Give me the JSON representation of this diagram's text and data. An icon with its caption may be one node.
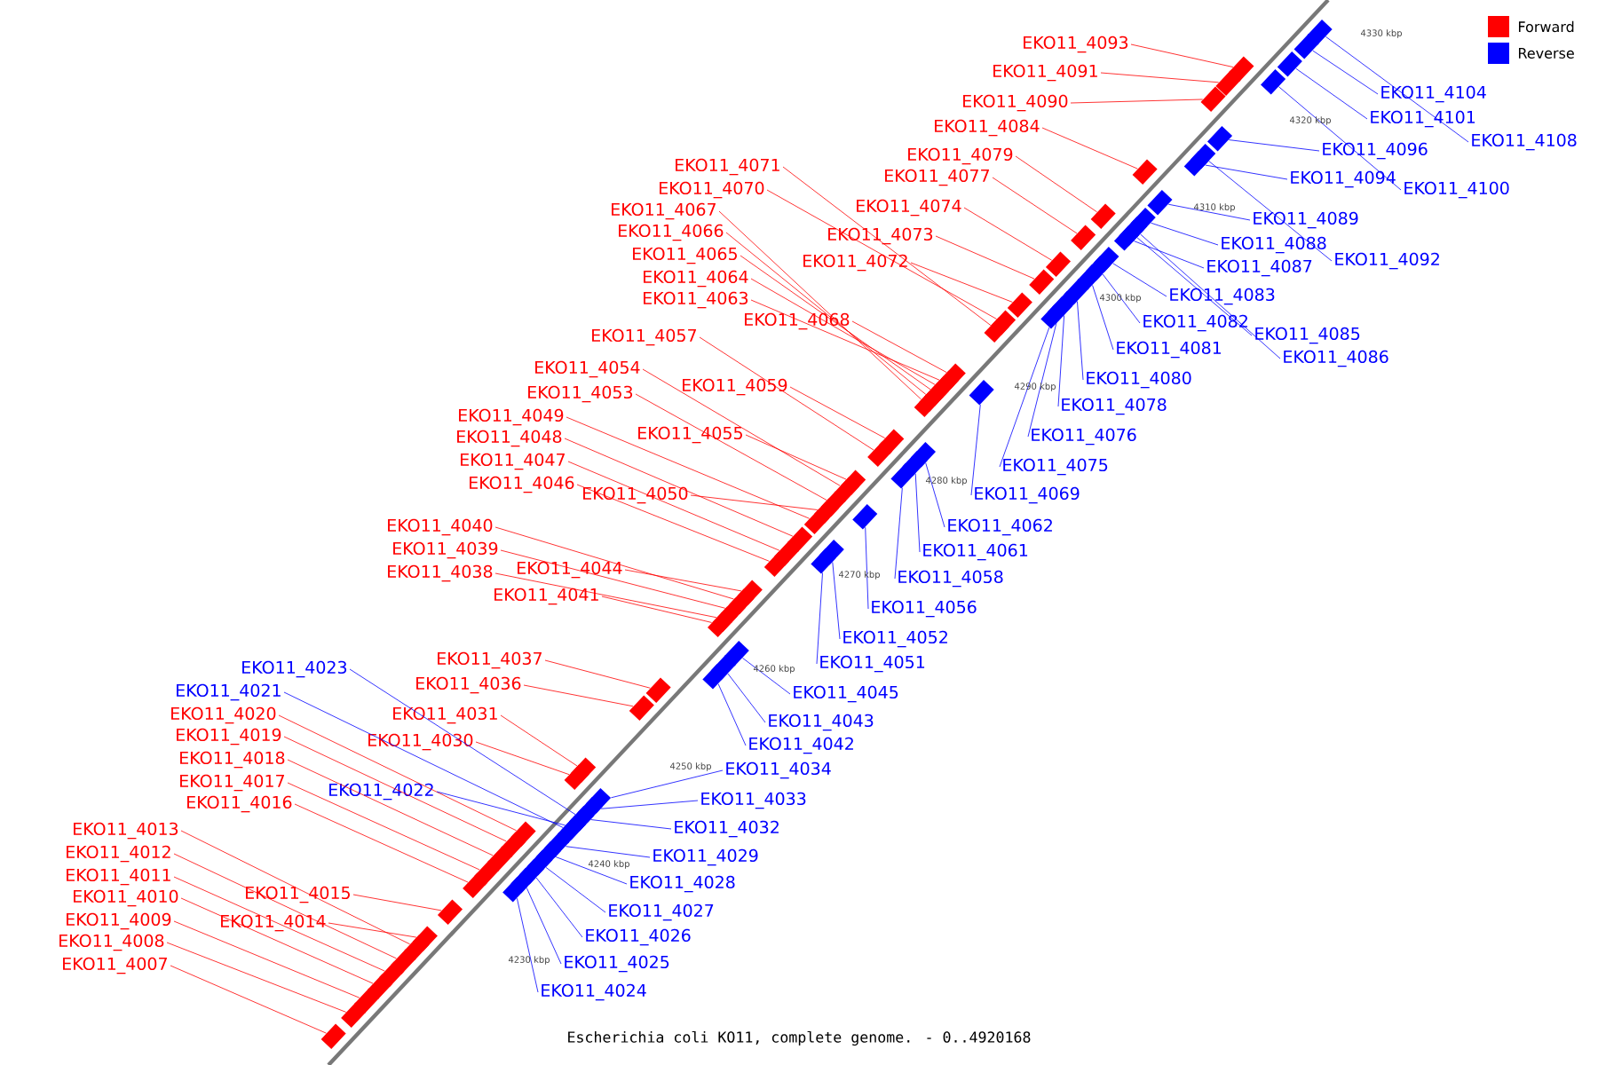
{
  "diagram": {
    "caption": "Escherichia coli KO11, complete genome. - 0..4920168",
    "nodes": [
      {
        "text": [
          "EKO11_4093"
        ]
      },
      {
        "text": [
          "EKO11_4091"
        ]
      },
      {
        "text": [
          "EKO11_4104"
        ]
      },
      {
        "text": [
          "EKO11_4090"
        ]
      },
      {
        "text": [
          "EKO11_4101"
        ]
      },
      {
        "text": [
          "EKO11_4084"
        ]
      },
      {
        "text": [
          "EKO11_4108"
        ]
      },
      {
        "text": [
          "EKO11_4096"
        ]
      },
      {
        "text": [
          "EKO11_4079"
        ]
      },
      {
        "text": [
          "EKO11_4071"
        ]
      },
      {
        "text": [
          "EKO11_4077"
        ]
      },
      {
        "text": [
          "EKO11_4094"
        ]
      },
      {
        "text": [
          "EKO11_4070"
        ]
      },
      {
        "text": [
          "EKO11_4100"
        ]
      },
      {
        "text": [
          "EKO11_4074"
        ]
      },
      {
        "text": [
          "EKO11_4067"
        ]
      },
      {
        "text": [
          "EKO11_4089"
        ]
      },
      {
        "text": [
          "EKO11_4066"
        ]
      },
      {
        "text": [
          "EKO11_4073"
        ]
      },
      {
        "text": [
          "EKO11_4088"
        ]
      },
      {
        "text": [
          "EKO11_4065"
        ]
      },
      {
        "text": [
          "EKO11_4092"
        ]
      },
      {
        "text": [
          "EKO11_4072"
        ]
      },
      {
        "text": [
          "EKO11_4087"
        ]
      },
      {
        "text": [
          "EKO11_4064"
        ]
      },
      {
        "text": [
          "EKO11_4083"
        ]
      },
      {
        "text": [
          "EKO11_4063"
        ]
      },
      {
        "text": [
          "EKO11_4068"
        ]
      },
      {
        "text": [
          "EKO11_4082"
        ]
      },
      {
        "text": [
          "EKO11_4085"
        ]
      },
      {
        "text": [
          "EKO11_4057"
        ]
      },
      {
        "text": [
          "EKO11_4081"
        ]
      },
      {
        "text": [
          "EKO11_4086"
        ]
      },
      {
        "text": [
          "EKO11_4054"
        ]
      },
      {
        "text": [
          "EKO11_4080"
        ]
      },
      {
        "text": [
          "EKO11_4059"
        ]
      },
      {
        "text": [
          "EKO11_4053"
        ]
      },
      {
        "text": [
          "EKO11_4078"
        ]
      },
      {
        "text": [
          "EKO11_4049"
        ]
      },
      {
        "text": [
          "EKO11_4055"
        ]
      },
      {
        "text": [
          "EKO11_4076"
        ]
      },
      {
        "text": [
          "EKO11_4048"
        ]
      },
      {
        "text": [
          "EKO11_4047"
        ]
      },
      {
        "text": [
          "EKO11_4075"
        ]
      },
      {
        "text": [
          "EKO11_4046"
        ]
      },
      {
        "text": [
          "EKO11_4050"
        ]
      },
      {
        "text": [
          "EKO11_4069"
        ]
      },
      {
        "text": [
          "EKO11_4040"
        ]
      },
      {
        "text": [
          "EKO11_4062"
        ]
      },
      {
        "text": [
          "EKO11_4039"
        ]
      },
      {
        "text": [
          "EKO11_4061"
        ]
      },
      {
        "text": [
          "EKO11_4044"
        ]
      },
      {
        "text": [
          "EKO11_4038"
        ]
      },
      {
        "text": [
          "EKO11_4058"
        ]
      },
      {
        "text": [
          "EKO11_4041"
        ]
      },
      {
        "text": [
          "EKO11_4056"
        ]
      },
      {
        "text": [
          "EKO11_4052"
        ]
      },
      {
        "text": [
          "EKO11_4037"
        ]
      },
      {
        "text": [
          "EKO11_4051"
        ]
      },
      {
        "text": [
          "EKO11_4023"
        ]
      },
      {
        "text": [
          "EKO11_4036"
        ]
      },
      {
        "text": [
          "EKO11_4021"
        ]
      },
      {
        "text": [
          "EKO11_4045"
        ]
      },
      {
        "text": [
          "EKO11_4020"
        ]
      },
      {
        "text": [
          "EKO11_4031"
        ]
      },
      {
        "text": [
          "EKO11_4043"
        ]
      },
      {
        "text": [
          "EKO11_4019"
        ]
      },
      {
        "text": [
          "EKO11_4030"
        ]
      },
      {
        "text": [
          "EKO11_4042"
        ]
      },
      {
        "text": [
          "EKO11_4018"
        ]
      },
      {
        "text": [
          "EKO11_4034"
        ]
      },
      {
        "text": [
          "EKO11_4017"
        ]
      },
      {
        "text": [
          "EKO11_4022"
        ]
      },
      {
        "text": [
          "EKO11_4033"
        ]
      },
      {
        "text": [
          "EKO11_4016"
        ]
      },
      {
        "text": [
          "EKO11_4032"
        ]
      },
      {
        "text": [
          "EKO11_4013"
        ]
      },
      {
        "text": [
          "EKO11_4012"
        ]
      },
      {
        "text": [
          "EKO11_4029"
        ]
      },
      {
        "text": [
          "EKO11_4011"
        ]
      },
      {
        "text": [
          "EKO11_4028"
        ]
      },
      {
        "text": [
          "EKO11_4015"
        ]
      },
      {
        "text": [
          "EKO11_4010"
        ]
      },
      {
        "text": [
          "EKO11_4027"
        ]
      },
      {
        "text": [
          "EKO11_4009"
        ]
      },
      {
        "text": [
          "EKO11_4014"
        ]
      },
      {
        "text": [
          "EKO11_4026"
        ]
      },
      {
        "text": [
          "EKO11_4008"
        ]
      },
      {
        "text": [
          "EKO11_4025"
        ]
      },
      {
        "text": [
          "EKO11_4007"
        ]
      },
      {
        "text": [
          "EKO11_4024"
        ]
      },
      {
        "text": [],
        "shape": "box"
      },
      {
        "text": [],
        "shape": "box"
      },
      {
        "text": [],
        "shape": "box"
      },
      {
        "text": [],
        "shape": "box"
      },
      {
        "text": [],
        "shape": "box"
      },
      {
        "text": [],
        "shape": "box"
      },
      {
        "text": [],
        "shape": "box"
      },
      {
        "text": [],
        "shape": "box"
      },
      {
        "text": [],
        "shape": "box"
      },
      {
        "text": [],
        "shape": "box"
      },
      {
        "text": [],
        "shape": "box"
      },
      {
        "text": [],
        "shape": "box"
      },
      {
        "text": [],
        "shape": "box"
      },
      {
        "text": [],
        "shape": "box"
      },
      {
        "text": [],
        "shape": "box"
      },
      {
        "text": [],
        "shape": "box"
      },
      {
        "text": [],
        "shape": "box"
      },
      {
        "text": [],
        "shape": "box"
      },
      {
        "text": [],
        "shape": "box"
      },
      {
        "text": [],
        "shape": "box"
      },
      {
        "text": [],
        "shape": "box"
      },
      {
        "text": [],
        "shape": "box"
      },
      {
        "text": [],
        "shape": "box"
      },
      {
        "text": [],
        "shape": "box"
      },
      {
        "text": [],
        "shape": "box"
      },
      {
        "text": [],
        "shape": "box"
      },
      {
        "text": [],
        "shape": "box"
      },
      {
        "text": [],
        "shape": "box"
      },
      {
        "text": [],
        "shape": "box"
      },
      {
        "text": [],
        "shape": "box"
      },
      {
        "text": [],
        "shape": "box"
      },
      {
        "text": [],
        "shape": "box"
      },
      {
        "text": [],
        "shape": "box"
      },
      {
        "text": [],
        "shape": "box"
      },
      {
        "text": [],
        "shape": "box"
      },
      {
        "text": [],
        "shape": "box"
      },
      {
        "text": [],
        "shape": "box"
      },
      {
        "text": [],
        "shape": "box"
      },
      {
        "text": [],
        "shape": "box"
      },
      {
        "text": [],
        "shape": "box"
      },
      {
        "text": [],
        "shape": "box"
      },
      {
        "text": [],
        "shape": "box"
      },
      {
        "text": [],
        "shape": "box"
      },
      {
        "text": [],
        "shape": "box"
      },
      {
        "text": [],
        "shape": "box"
      },
      {
        "text": [],
        "shape": "box"
      },
      {
        "text": [],
        "shape": "box"
      },
      {
        "text": [],
        "shape": "box"
      },
      {
        "text": [],
        "shape": "box"
      },
      {
        "text": [],
        "shape": "box"
      },
      {
        "text": [],
        "shape": "box"
      },
      {
        "text": [],
        "shape": "box"
      },
      {
        "text": [],
        "shape": "box"
      },
      {
        "text": [],
        "shape": "box"
      },
      {
        "text": [],
        "shape": "box"
      },
      {
        "text": [],
        "shape": "box"
      },
      {
        "text": [],
        "shape": "box"
      },
      {
        "text": [],
        "shape": "box"
      },
      {
        "text": [],
        "shape": "box"
      },
      {
        "text": [],
        "shape": "box"
      },
      {
        "text": [],
        "shape": "box"
      },
      {
        "text": [],
        "shape": "box"
      },
      {
        "text": [],
        "shape": "box"
      },
      {
        "text": [],
        "shape": "box"
      },
      {
        "text": [],
        "shape": "box"
      },
      {
        "text": [],
        "shape": "box"
      },
      {
        "text": [],
        "shape": "box"
      },
      {
        "text": [],
        "shape": "box"
      },
      {
        "text": [],
        "shape": "box"
      },
      {
        "text": [],
        "shape": "box"
      },
      {
        "text": [],
        "shape": "box"
      },
      {
        "text": [],
        "shape": "box"
      },
      {
        "text": [],
        "shape": "box"
      },
      {
        "text": [],
        "shape": "box"
      },
      {
        "text": [],
        "shape": "box"
      },
      {
        "text": [],
        "shape": "box"
      },
      {
        "text": [],
        "shape": "box"
      },
      {
        "text": [],
        "shape": "box"
      },
      {
        "text": [],
        "shape": "box"
      },
      {
        "text": [],
        "shape": "box"
      },
      {
        "text": [],
        "shape": "box"
      },
      {
        "text": [],
        "shape": "box"
      },
      {
        "text": [],
        "shape": "box"
      },
      {
        "text": [],
        "shape": "box"
      },
      {
        "text": [],
        "shape": "box"
      },
      {
        "text": [],
        "shape": "box"
      },
      {
        "text": [],
        "shape": "box"
      },
      {
        "text": [],
        "shape": "box"
      },
      {
        "text": [],
        "shape": "box"
      },
      {
        "text": [],
        "shape": "box"
      },
      {
        "text": [],
        "shape": "box"
      }
    ],
    "edges": [
      {
        "from": 0,
        "to": 91,
        "arrow": "none"
      },
      {
        "from": 1,
        "to": 92,
        "arrow": "none"
      },
      {
        "from": 2,
        "to": 93,
        "arrow": "none",
        "color": "#0000ff"
      },
      {
        "from": 3,
        "to": 94,
        "arrow": "none"
      },
      {
        "from": 4,
        "to": 95,
        "arrow": "none",
        "color": "#0000ff"
      },
      {
        "from": 5,
        "to": 96,
        "arrow": "none"
      },
      {
        "from": 6,
        "to": 97,
        "arrow": "none",
        "color": "#0000ff"
      },
      {
        "from": 7,
        "to": 98,
        "arrow": "none",
        "color": "#0000ff"
      },
      {
        "from": 8,
        "to": 99,
        "arrow": "none"
      },
      {
        "from": 9,
        "to": 100,
        "arrow": "none"
      },
      {
        "from": 10,
        "to": 101,
        "arrow": "none"
      },
      {
        "from": 11,
        "to": 102,
        "arrow": "none",
        "color": "#0000ff"
      },
      {
        "from": 12,
        "to": 103,
        "arrow": "none"
      },
      {
        "from": 13,
        "to": 104,
        "arrow": "none",
        "color": "#0000ff"
      },
      {
        "from": 14,
        "to": 105,
        "arrow": "none"
      },
      {
        "from": 15,
        "to": 106,
        "arrow": "none"
      },
      {
        "from": 16,
        "to": 107,
        "arrow": "none",
        "color": "#0000ff"
      },
      {
        "from": 17,
        "to": 108,
        "arrow": "none"
      },
      {
        "from": 18,
        "to": 109,
        "arrow": "none"
      },
      {
        "from": 19,
        "to": 110,
        "arrow": "none",
        "color": "#0000ff"
      },
      {
        "from": 20,
        "to": 111,
        "arrow": "none"
      },
      {
        "from": 21,
        "to": 112,
        "arrow": "none",
        "color": "#0000ff"
      },
      {
        "from": 22,
        "to": 113,
        "arrow": "none"
      },
      {
        "from": 23,
        "to": 114,
        "arrow": "none",
        "color": "#0000ff"
      },
      {
        "from": 24,
        "to": 115,
        "arrow": "none"
      },
      {
        "from": 25,
        "to": 116,
        "arrow": "none",
        "color": "#0000ff"
      },
      {
        "from": 26,
        "to": 117,
        "arrow": "none"
      },
      {
        "from": 27,
        "to": 118,
        "arrow": "none"
      },
      {
        "from": 28,
        "to": 119,
        "arrow": "none",
        "color": "#0000ff"
      },
      {
        "from": 29,
        "to": 120,
        "arrow": "none",
        "color": "#0000ff"
      },
      {
        "from": 30,
        "to": 121,
        "arrow": "none"
      },
      {
        "from": 31,
        "to": 122,
        "arrow": "none",
        "color": "#0000ff"
      },
      {
        "from": 32,
        "to": 123,
        "arrow": "none",
        "color": "#0000ff"
      },
      {
        "from": 33,
        "to": 124,
        "arrow": "none"
      },
      {
        "from": 34,
        "to": 125,
        "arrow": "none",
        "color": "#0000ff"
      },
      {
        "from": 35,
        "to": 126,
        "arrow": "none"
      },
      {
        "from": 36,
        "to": 127,
        "arrow": "none"
      },
      {
        "from": 37,
        "to": 128,
        "arrow": "none",
        "color": "#0000ff"
      },
      {
        "from": 38,
        "to": 129,
        "arrow": "none"
      },
      {
        "from": 39,
        "to": 130,
        "arrow": "none"
      },
      {
        "from": 40,
        "to": 131,
        "arrow": "none",
        "color": "#0000ff"
      },
      {
        "from": 41,
        "to": 132,
        "arrow": "none"
      },
      {
        "from": 42,
        "to": 133,
        "arrow": "none"
      },
      {
        "from": 43,
        "to": 134,
        "arrow": "none",
        "color": "#0000ff"
      },
      {
        "from": 44,
        "to": 135,
        "arrow": "none"
      },
      {
        "from": 45,
        "to": 136,
        "arrow": "none"
      },
      {
        "from": 46,
        "to": 137,
        "arrow": "none",
        "color": "#0000ff"
      },
      {
        "from": 47,
        "to": 138,
        "arrow": "none"
      },
      {
        "from": 48,
        "to": 139,
        "arrow": "none",
        "color": "#0000ff"
      },
      {
        "from": 49,
        "to": 140,
        "arrow": "none"
      },
      {
        "from": 50,
        "to": 141,
        "arrow": "none",
        "color": "#0000ff"
      },
      {
        "from": 51,
        "to": 142,
        "arrow": "none"
      },
      {
        "from": 52,
        "to": 143,
        "arrow": "none"
      },
      {
        "from": 53,
        "to": 144,
        "arrow": "none",
        "color": "#0000ff"
      },
      {
        "from": 54,
        "to": 145,
        "arrow": "none"
      },
      {
        "from": 55,
        "to": 146,
        "arrow": "none",
        "color": "#0000ff"
      },
      {
        "from": 56,
        "to": 147,
        "arrow": "none",
        "color": "#0000ff"
      },
      {
        "from": 57,
        "to": 148,
        "arrow": "none"
      },
      {
        "from": 58,
        "to": 149,
        "arrow": "none",
        "color": "#0000ff"
      },
      {
        "from": 59,
        "to": 150,
        "arrow": "none",
        "color": "#0000ff"
      },
      {
        "from": 60,
        "to": 151,
        "arrow": "none"
      },
      {
        "from": 61,
        "to": 152,
        "arrow": "none",
        "color": "#0000ff"
      },
      {
        "from": 62,
        "to": 153,
        "arrow": "none",
        "color": "#0000ff"
      },
      {
        "from": 63,
        "to": 154,
        "arrow": "none"
      },
      {
        "from": 64,
        "to": 155,
        "arrow": "none"
      },
      {
        "from": 65,
        "to": 156,
        "arrow": "none",
        "color": "#0000ff"
      },
      {
        "from": 66,
        "to": 157,
        "arrow": "none"
      },
      {
        "from": 67,
        "to": 158,
        "arrow": "none"
      },
      {
        "from": 68,
        "to": 159,
        "arrow": "none",
        "color": "#0000ff"
      },
      {
        "from": 69,
        "to": 160,
        "arrow": "none"
      },
      {
        "from": 70,
        "to": 161,
        "arrow": "none",
        "color": "#0000ff"
      },
      {
        "from": 71,
        "to": 162,
        "arrow": "none"
      },
      {
        "from": 72,
        "to": 163,
        "arrow": "none",
        "color": "#0000ff"
      },
      {
        "from": 73,
        "to": 164,
        "arrow": "none",
        "color": "#0000ff"
      },
      {
        "from": 74,
        "to": 165,
        "arrow": "none"
      },
      {
        "from": 75,
        "to": 166,
        "arrow": "none",
        "color": "#0000ff"
      },
      {
        "from": 76,
        "to": 167,
        "arrow": "none"
      },
      {
        "from": 77,
        "to": 168,
        "arrow": "none"
      },
      {
        "from": 78,
        "to": 169,
        "arrow": "none",
        "color": "#0000ff"
      },
      {
        "from": 79,
        "to": 170,
        "arrow": "none"
      },
      {
        "from": 80,
        "to": 171,
        "arrow": "none",
        "color": "#0000ff"
      },
      {
        "from": 81,
        "to": 172,
        "arrow": "none"
      },
      {
        "from": 82,
        "to": 173,
        "arrow": "none"
      },
      {
        "from": 83,
        "to": 174,
        "arrow": "none",
        "color": "#0000ff"
      },
      {
        "from": 84,
        "to": 175,
        "arrow": "none"
      },
      {
        "from": 85,
        "to": 176,
        "arrow": "none"
      },
      {
        "from": 86,
        "to": 177,
        "arrow": "none",
        "color": "#0000ff"
      },
      {
        "from": 87,
        "to": 178,
        "arrow": "none"
      },
      {
        "from": 88,
        "to": 179,
        "arrow": "none",
        "color": "#0000ff"
      },
      {
        "from": 89,
        "to": 180,
        "arrow": "none"
      },
      {
        "from": 90,
        "to": 181,
        "arrow": "none",
        "color": "#0000ff"
      }
    ],
    "labels": [
      "4330 kbp",
      "4320 kbp",
      "4310 kbp",
      "4300 kbp",
      "4290 kbp",
      "4280 kbp",
      "4270 kbp",
      "4260 kbp",
      "4250 kbp",
      "4240 kbp",
      "4230 kbp"
    ],
    "legend": [
      {
        "text": "Forward",
        "color": "#ff0000"
      },
      {
        "text": "Reverse",
        "color": "#0000ff"
      }
    ]
  }
}
